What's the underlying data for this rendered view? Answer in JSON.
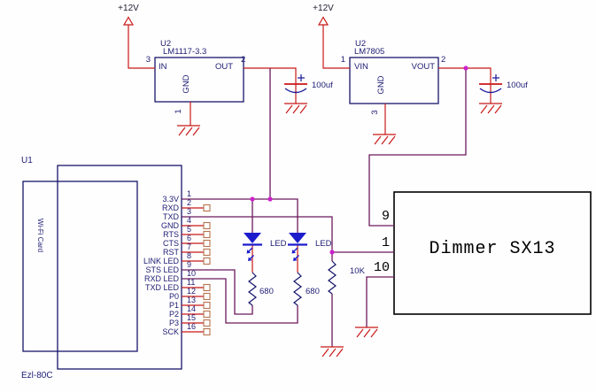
{
  "colors": {
    "wire_power": "#c81818",
    "wire_net": "#6b1a5e",
    "component_outline": "#16166b",
    "dimmer_outline": "#000000",
    "junction_dot": "#cc22cc",
    "led_blue": "#1c1ccc",
    "label_navy": "#1c1c74"
  },
  "power_rails": {
    "left": "+12V",
    "right": "+12V"
  },
  "regulators": {
    "left": {
      "ref": "U2",
      "part": "LM1117-3.3",
      "in_label": "IN",
      "out_label": "OUT",
      "gnd_label": "GND",
      "in_pin": "3",
      "out_pin": "2",
      "gnd_pin": "1"
    },
    "right": {
      "ref": "U2",
      "part": "LM7805",
      "in_label": "VIN",
      "out_label": "VOUT",
      "gnd_label": "GND",
      "in_pin": "1",
      "out_pin": "2",
      "gnd_pin": "3"
    }
  },
  "capacitors": {
    "left": {
      "value": "100uf"
    },
    "right": {
      "value": "100uf"
    }
  },
  "wifi_module": {
    "ref": "U1",
    "part": "Ezl-80C",
    "card_label": "Wi-Fi Card",
    "pins": [
      {
        "num": "1",
        "label": "3.3V"
      },
      {
        "num": "2",
        "label": "RXD"
      },
      {
        "num": "3",
        "label": "TXD"
      },
      {
        "num": "4",
        "label": "GND"
      },
      {
        "num": "5",
        "label": "RTS"
      },
      {
        "num": "6",
        "label": "CTS"
      },
      {
        "num": "7",
        "label": "RST"
      },
      {
        "num": "8",
        "label": "LINK LED"
      },
      {
        "num": "9",
        "label": "STS LED"
      },
      {
        "num": "10",
        "label": "RXD LED"
      },
      {
        "num": "11",
        "label": "TXD LED"
      },
      {
        "num": "12",
        "label": "P0"
      },
      {
        "num": "13",
        "label": "P1"
      },
      {
        "num": "14",
        "label": "P2"
      },
      {
        "num": "15",
        "label": "P3"
      },
      {
        "num": "16",
        "label": "SCK"
      }
    ]
  },
  "dimmer": {
    "label": "Dimmer SX13",
    "pin_top": "9",
    "pin_mid": "1",
    "pin_bottom": "10"
  },
  "leds": {
    "left_label": "LED",
    "right_label": "LED"
  },
  "resistors": {
    "led_left": "680",
    "led_right": "680",
    "pullup": "10K"
  }
}
